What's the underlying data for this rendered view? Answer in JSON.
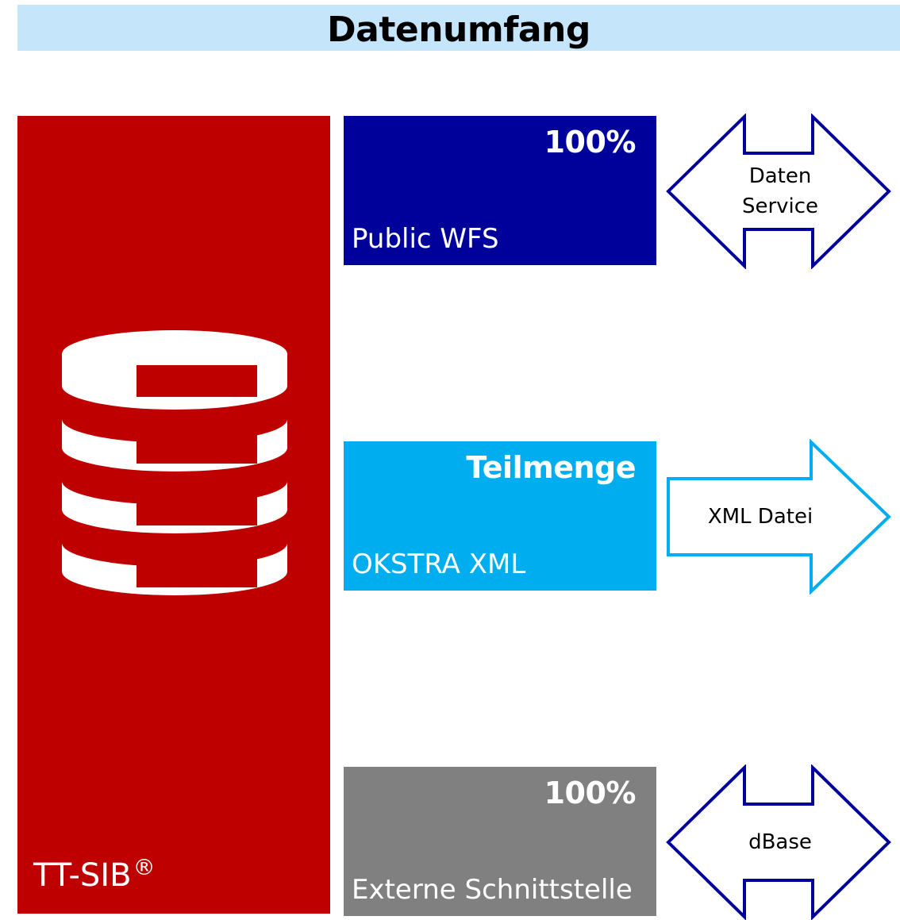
{
  "header": {
    "title": "Datenumfang"
  },
  "database": {
    "product_name": "TT-SIB",
    "trademark": "®",
    "icon": "database-icon"
  },
  "boxes": [
    {
      "value": "100%",
      "label": "Public WFS",
      "color": "#00009b"
    },
    {
      "value": "Teilmenge",
      "label": "OKSTRA XML",
      "color": "#00aeef"
    },
    {
      "value": "100%",
      "label": "Externe Schnittstelle",
      "color": "#808080"
    }
  ],
  "arrows": [
    {
      "line1": "Daten",
      "line2": "Service",
      "direction": "bidirectional",
      "color": "#00009b"
    },
    {
      "line1": "XML Datei",
      "direction": "right",
      "color": "#00aeef"
    },
    {
      "line1": "dBase",
      "direction": "bidirectional",
      "color": "#00009b"
    }
  ],
  "colors": {
    "header_bg": "#c5e5fb",
    "database_bg": "#be0000"
  }
}
